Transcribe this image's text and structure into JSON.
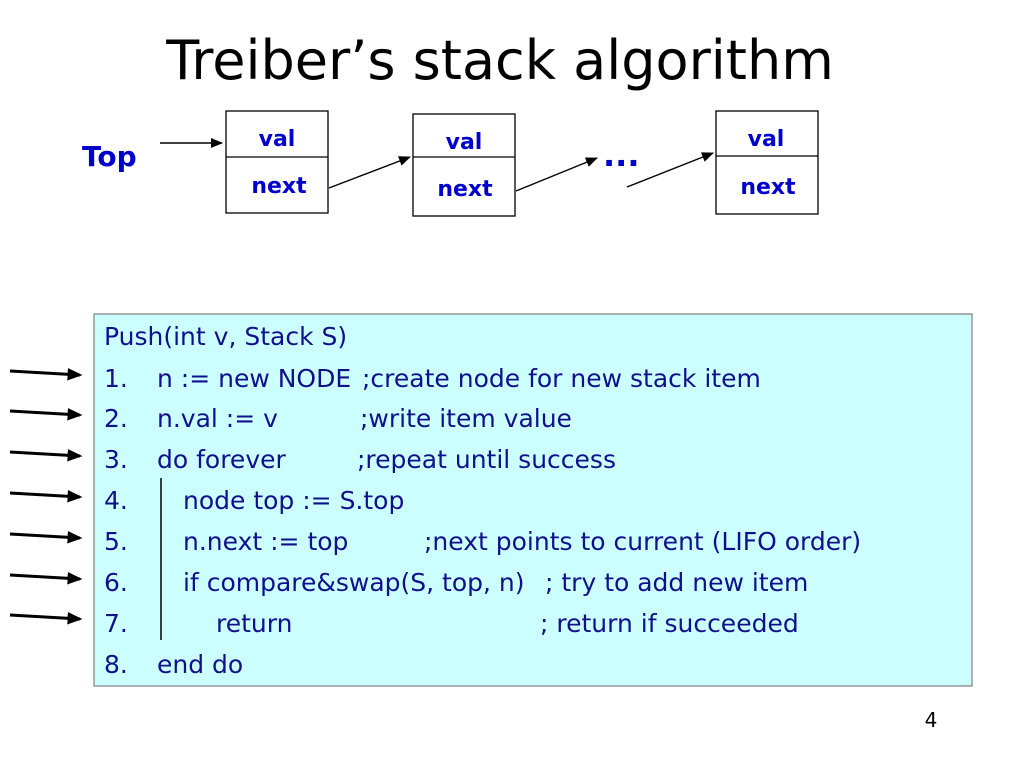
{
  "slide": {
    "title": "Treiber’s stack algorithm",
    "page_number": "4"
  },
  "diagram": {
    "top_label": "Top",
    "ellipsis": "...",
    "nodes": [
      {
        "val": "val",
        "next": "next"
      },
      {
        "val": "val",
        "next": "next"
      },
      {
        "val": "val",
        "next": "next"
      }
    ]
  },
  "code": {
    "header": "Push(int v, Stack S)",
    "lines": [
      {
        "number": "1.",
        "statement": "n := new NODE",
        "comment": ";create node for new stack item"
      },
      {
        "number": "2.",
        "statement": "n.val := v",
        "comment": ";write item value"
      },
      {
        "number": "3.",
        "statement": "do forever",
        "comment": ";repeat until success"
      },
      {
        "number": "4.",
        "statement": "node top := S.top"
      },
      {
        "number": "5.",
        "statement": "n.next := top",
        "comment": ";next points to current (LIFO order)"
      },
      {
        "number": "6.",
        "statement": "if compare&swap(S, top, n)",
        "comment": "; try to add new item"
      },
      {
        "number": "7.",
        "statement": "return",
        "comment": "; return if succeeded"
      },
      {
        "number": "8.",
        "statement": "end do"
      }
    ]
  },
  "colors": {
    "diagram_text": "#0000cc",
    "code_text": "#10108c",
    "code_background": "#ccffff",
    "code_border": "#808080",
    "arrows": "#000000"
  }
}
